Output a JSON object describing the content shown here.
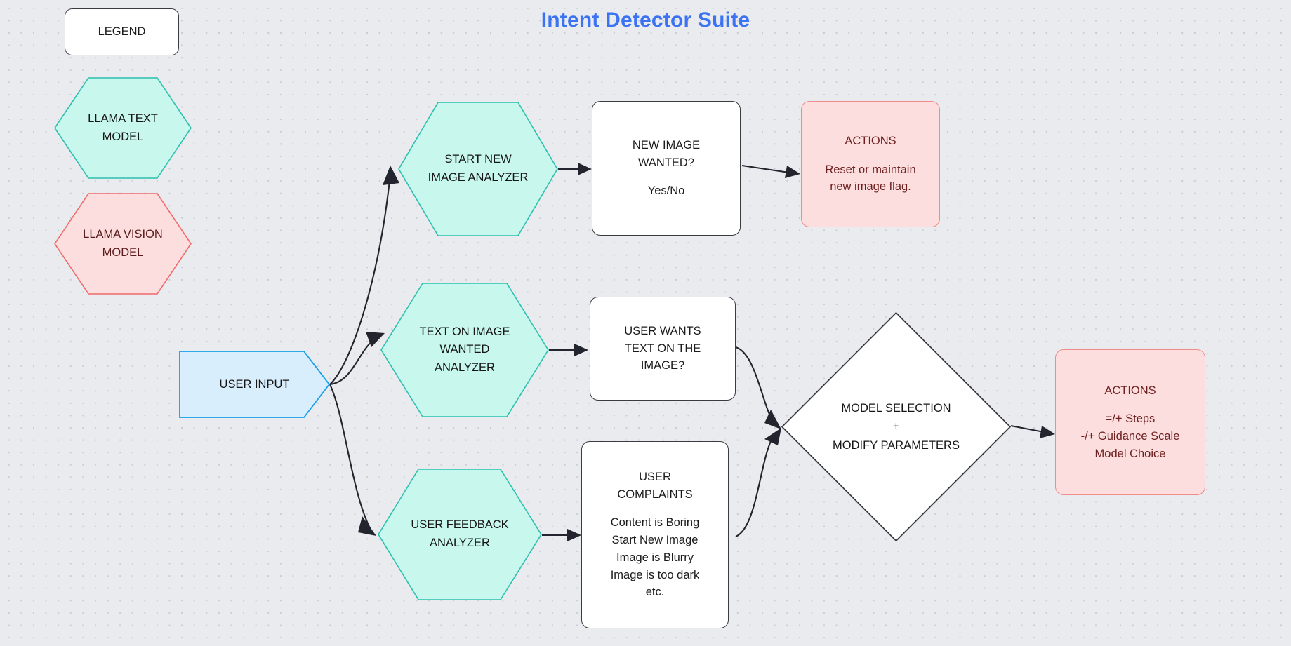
{
  "title": "Intent Detector Suite",
  "theme": {
    "background": "#e9ebef",
    "dot_color": "#c9ccd4",
    "title_color": "#3b73f3",
    "text_model_fill": "#c8f7ee",
    "text_model_stroke": "#2bbfae",
    "vision_model_fill": "#fcdede",
    "vision_model_stroke": "#f06a6a",
    "user_input_fill": "#d9eefc",
    "user_input_stroke": "#13a0e6",
    "action_fill": "#fcdede",
    "action_stroke": "#f08b8b",
    "action_text": "#6e2020",
    "process_fill": "#ffffff",
    "process_stroke": "#3b3b42",
    "edge_color": "#22242e"
  },
  "legend": {
    "header": "LEGEND",
    "items": [
      {
        "label_lines": [
          "LLAMA TEXT",
          "MODEL"
        ],
        "shape": "hexagon",
        "kind": "text-model"
      },
      {
        "label_lines": [
          "LLAMA VISION",
          "MODEL"
        ],
        "shape": "hexagon",
        "kind": "vision-model"
      }
    ]
  },
  "nodes": {
    "user_input": {
      "label": "USER INPUT",
      "shape": "pentagon"
    },
    "start_new_image_analyzer": {
      "label_lines": [
        "START NEW",
        "IMAGE ANALYZER"
      ],
      "shape": "hexagon"
    },
    "text_on_image_analyzer": {
      "label_lines": [
        "TEXT ON IMAGE",
        "WANTED",
        "ANALYZER"
      ],
      "shape": "hexagon"
    },
    "user_feedback_analyzer": {
      "label_lines": [
        "USER FEEDBACK",
        "ANALYZER"
      ],
      "shape": "hexagon"
    },
    "new_image_wanted": {
      "title_lines": [
        "NEW IMAGE",
        "WANTED?"
      ],
      "body_lines": [
        "Yes/No"
      ],
      "shape": "rounded-rect"
    },
    "user_wants_text": {
      "title_lines": [
        "USER WANTS",
        "TEXT ON THE",
        "IMAGE?"
      ],
      "body_lines": [],
      "shape": "rounded-rect"
    },
    "user_complaints": {
      "title_lines": [
        "USER",
        "COMPLAINTS"
      ],
      "body_lines": [
        "Content is Boring",
        "Start New Image",
        "Image is Blurry",
        "Image is too dark",
        "etc."
      ],
      "shape": "rounded-rect"
    },
    "model_selection": {
      "label_lines": [
        "MODEL SELECTION",
        "+",
        "MODIFY PARAMETERS"
      ],
      "shape": "diamond"
    },
    "actions_flag": {
      "title": "ACTIONS",
      "body_lines": [
        "Reset or maintain",
        "new image flag."
      ],
      "shape": "rounded-rect"
    },
    "actions_params": {
      "title": "ACTIONS",
      "body_lines": [
        "=/+ Steps",
        "-/+ Guidance Scale",
        "Model Choice"
      ],
      "shape": "rounded-rect"
    }
  }
}
